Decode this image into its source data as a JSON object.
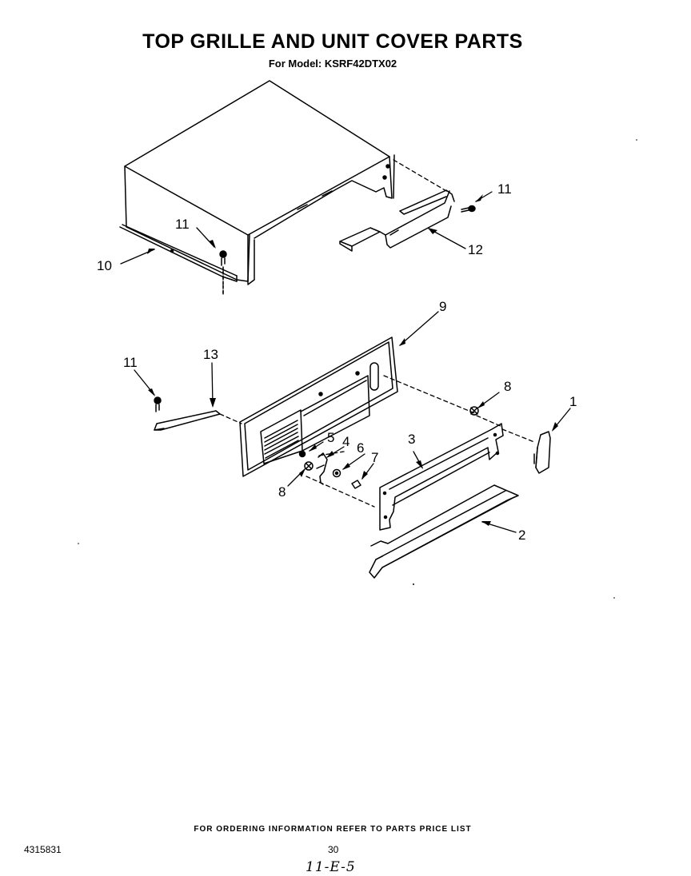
{
  "header": {
    "title": "TOP GRILLE AND UNIT COVER PARTS",
    "subtitle": "For Model: KSRF42DTX02"
  },
  "callouts": {
    "c11_top_right": "11",
    "c12": "12",
    "c11_cover": "11",
    "c10": "10",
    "c9": "9",
    "c11_left": "11",
    "c13": "13",
    "c8_right": "8",
    "c1": "1",
    "c5": "5",
    "c4": "4",
    "c6": "6",
    "c7": "7",
    "c3": "3",
    "c8_left": "8",
    "c2": "2"
  },
  "footer": {
    "note": "FOR ORDERING INFORMATION REFER TO PARTS PRICE LIST",
    "doc_number": "4315831",
    "page_number": "30",
    "handwritten": "11-E-5"
  }
}
